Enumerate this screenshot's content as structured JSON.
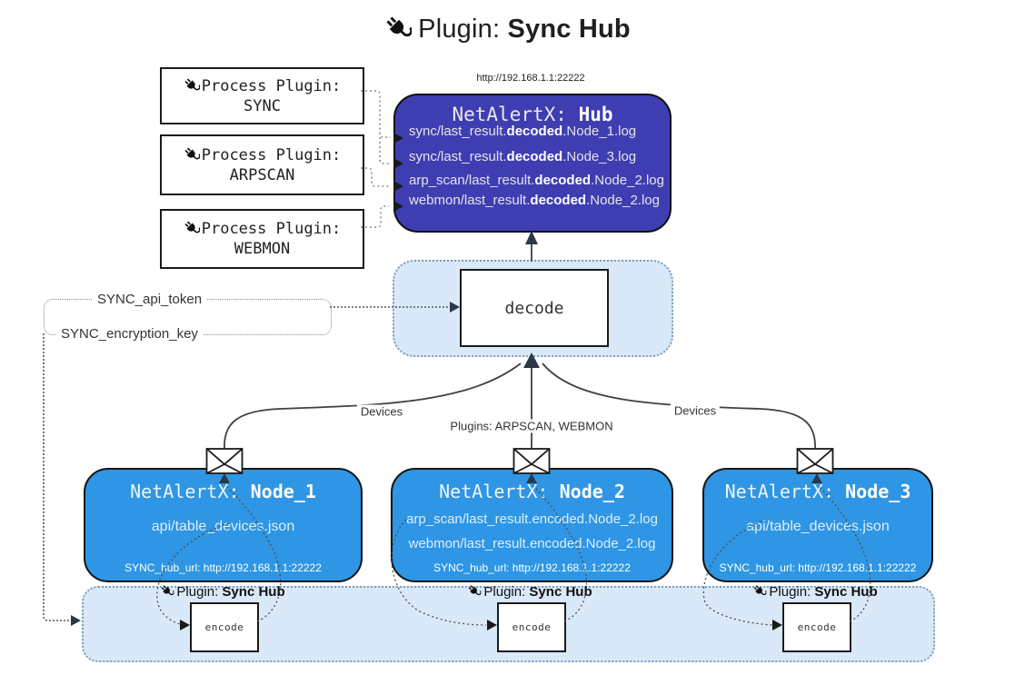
{
  "title": {
    "prefix": "Plugin:",
    "name": "Sync Hub"
  },
  "hub": {
    "url": "http://192.168.1.1:22222",
    "title_prefix": "NetAlertX:",
    "title_name": "Hub",
    "logs": [
      {
        "pre": "sync/last_result.",
        "bold": "decoded",
        "post": ".Node_1.log"
      },
      {
        "pre": "sync/last_result.",
        "bold": "decoded",
        "post": ".Node_3.log"
      },
      {
        "pre": "arp_scan/last_result.",
        "bold": "decoded",
        "post": ".Node_2.log"
      },
      {
        "pre": "webmon/last_result.",
        "bold": "decoded",
        "post": ".Node_2.log"
      }
    ]
  },
  "process_plugins": [
    {
      "label": "Process Plugin:",
      "name": "SYNC"
    },
    {
      "label": "Process Plugin:",
      "name": "ARPSCAN"
    },
    {
      "label": "Process Plugin:",
      "name": "WEBMON"
    }
  ],
  "decode_label": "decode",
  "encode_label": "encode",
  "settings": {
    "api_token": "SYNC_api_token",
    "encryption_key": "SYNC_encryption_key"
  },
  "edge_labels": {
    "devices_left": "Devices",
    "plugins_mid": "Plugins: ARPSCAN, WEBMON",
    "devices_right": "Devices"
  },
  "nodes": [
    {
      "title_prefix": "NetAlertX:",
      "title_name": "Node_1",
      "files": [
        "api/table_devices.json"
      ],
      "hub_url": "SYNC_hub_url: http://192.168.1.1:22222"
    },
    {
      "title_prefix": "NetAlertX:",
      "title_name": "Node_2",
      "files": [
        "arp_scan/last_result.encoded.Node_2.log",
        "webmon/last_result.encoded.Node_2.log"
      ],
      "hub_url": "SYNC_hub_url: http://192.168.1.1:22222"
    },
    {
      "title_prefix": "NetAlertX:",
      "title_name": "Node_3",
      "files": [
        "api/table_devices.json"
      ],
      "hub_url": "SYNC_hub_url: http://192.168.1.1:22222"
    }
  ],
  "encoder_label": {
    "prefix": "Plugin:",
    "name": "Sync Hub"
  },
  "colors": {
    "hub_fill": "#3e3eb2",
    "node_fill": "#2e96e4",
    "panel_fill": "#d9e9f9",
    "panel_border": "#7f9db9",
    "box_border": "#1a1a1a",
    "line": "#404040",
    "arrow_dark": "#2b3847"
  }
}
